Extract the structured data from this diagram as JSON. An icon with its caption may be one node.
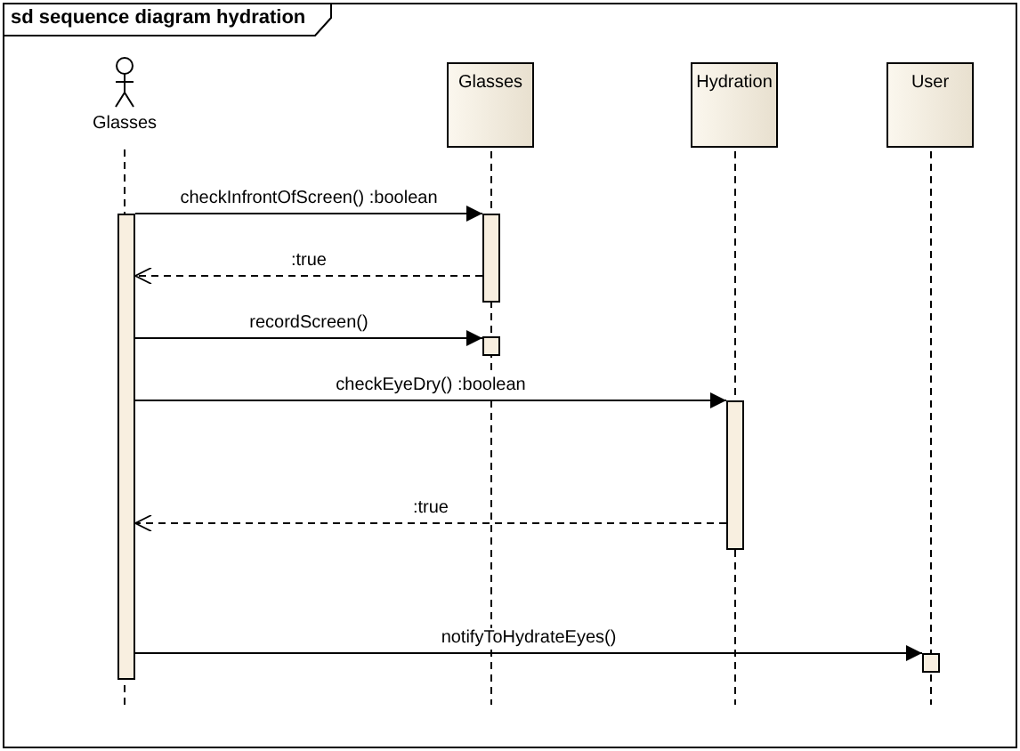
{
  "diagram": {
    "title": "sd sequence diagram hydration",
    "nodes": [
      {
        "text": [
          "Glasses"
        ]
      },
      {
        "text": [
          "Glasses"
        ]
      },
      {
        "text": [
          "Hydration"
        ]
      },
      {
        "text": [
          "User"
        ]
      },
      {
        "text": [],
        "shape": "bar"
      },
      {
        "text": [],
        "shape": "bar"
      },
      {
        "text": [],
        "shape": "bar"
      },
      {
        "text": [],
        "shape": "bar"
      },
      {
        "text": [],
        "shape": "bar"
      }
    ],
    "edges": [
      {
        "from": 4,
        "to": 5,
        "label": "checkInfrontOfScreen() :boolean",
        "arrow": "to"
      },
      {
        "from": 5,
        "to": 4,
        "label": ":true",
        "arrow": "to",
        "style": "dashed"
      },
      {
        "from": 4,
        "to": 6,
        "label": "recordScreen()",
        "arrow": "to"
      },
      {
        "from": 4,
        "to": 7,
        "label": "checkEyeDry() :boolean",
        "arrow": "to"
      },
      {
        "from": 7,
        "to": 4,
        "label": ":true",
        "arrow": "to",
        "style": "dashed"
      },
      {
        "from": 4,
        "to": 8,
        "label": "notifyToHydrateEyes()",
        "arrow": "to"
      }
    ]
  }
}
